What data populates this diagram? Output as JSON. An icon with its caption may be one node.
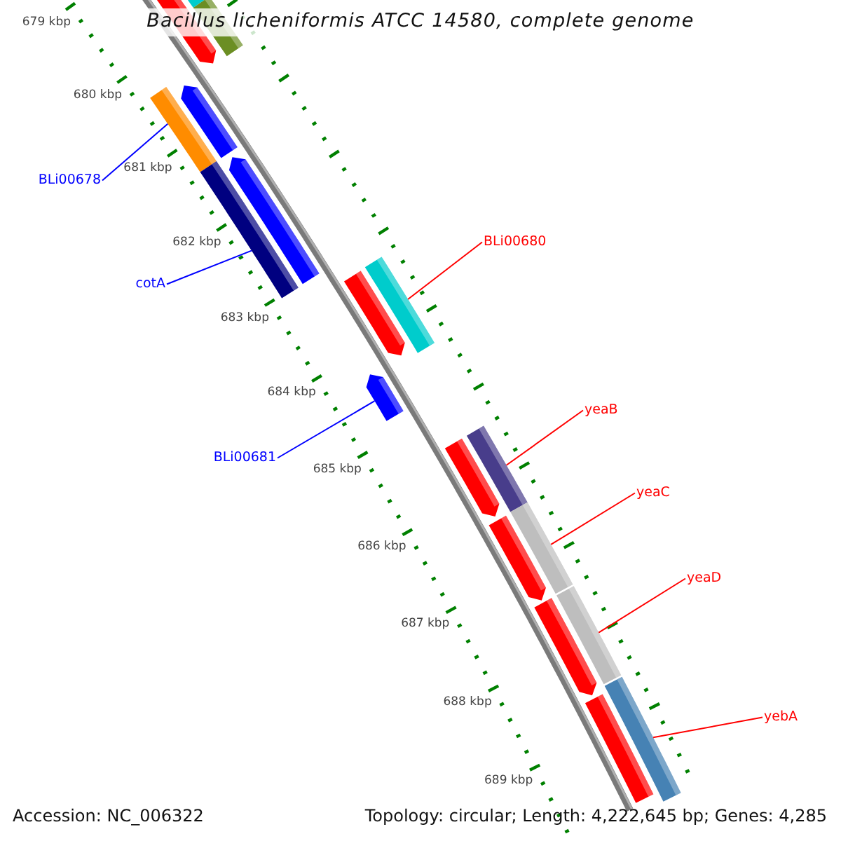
{
  "diagram": {
    "title": "Bacillus licheniformis ATCC 14580, complete genome",
    "nodes": [
      {
        "text": [
          "BLi00678"
        ]
      },
      {
        "text": [],
        "shape": "bar"
      },
      {
        "text": [
          "cotA"
        ]
      },
      {
        "text": [],
        "shape": "bar"
      },
      {
        "text": [
          "BLi00680"
        ]
      },
      {
        "text": [],
        "shape": "bar"
      },
      {
        "text": [
          "BLi00681"
        ]
      },
      {
        "text": [],
        "shape": "bar"
      },
      {
        "text": [
          "yeaB"
        ]
      },
      {
        "text": [],
        "shape": "bar"
      },
      {
        "text": [
          "yeaC"
        ]
      },
      {
        "text": [],
        "shape": "bar"
      },
      {
        "text": [
          "yeaD"
        ]
      },
      {
        "text": [],
        "shape": "bar"
      },
      {
        "text": [
          "yebA"
        ]
      },
      {
        "text": [],
        "shape": "bar"
      }
    ],
    "edges": [
      {
        "from": 0,
        "to": 1,
        "arrow": "none",
        "color": "#0000ff"
      },
      {
        "from": 2,
        "to": 3,
        "arrow": "none",
        "color": "#0000ff"
      },
      {
        "from": 4,
        "to": 5,
        "arrow": "none"
      },
      {
        "from": 6,
        "to": 7,
        "arrow": "none",
        "color": "#0000ff"
      },
      {
        "from": 8,
        "to": 9,
        "arrow": "none"
      },
      {
        "from": 10,
        "to": 11,
        "arrow": "none"
      },
      {
        "from": 12,
        "to": 13,
        "arrow": "none"
      },
      {
        "from": 14,
        "to": 15,
        "arrow": "none"
      }
    ],
    "labels": [
      "679 kbp",
      "680 kbp",
      "681 kbp",
      "682 kbp",
      "683 kbp",
      "684 kbp",
      "685 kbp",
      "686 kbp",
      "687 kbp",
      "688 kbp",
      "689 kbp",
      "Accession: NC_006322",
      "Topology: circular; Length: 4,222,645 bp; Genes: 4,285"
    ]
  }
}
